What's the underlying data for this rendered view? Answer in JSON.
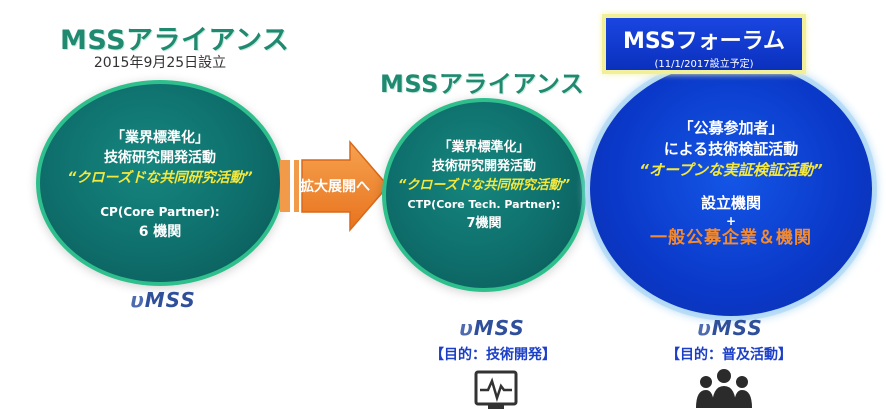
{
  "left": {
    "title": "MSSアライアンス",
    "date": "2015年9月25日設立",
    "oval": {
      "line1": "「業界標準化」",
      "line2": "技術研究開発活動",
      "highlight": "“クローズドな共同研究活動”",
      "partner": "CP(Core Partner):",
      "count": "6 機関"
    },
    "logo": "MSS"
  },
  "arrow": {
    "label": "拡大展開へ"
  },
  "middle": {
    "title": "MSSアライアンス",
    "oval": {
      "line1": "「業界標準化」",
      "line2": "技術研究開発活動",
      "highlight": "“クローズドな共同研究活動”",
      "partner": "CTP(Core Tech. Partner):",
      "count": "7機関"
    },
    "logo": "MSS",
    "purpose": "【目的：技術開発】"
  },
  "right": {
    "title": "MSSフォーラム",
    "subtitle": "(11/1/2017設立予定)",
    "oval": {
      "line1": "「公募参加者」",
      "line2": "による技術検証活動",
      "highlight": "“オープンな実証検証活動”",
      "founders": "設立機関",
      "plus": "+",
      "public": "一般公募企業＆機関"
    },
    "logo": "MSS",
    "purpose": "【目的：普及活動】"
  },
  "icons": {
    "tech": "monitor-pulse-icon",
    "people": "people-group-icon"
  },
  "colors": {
    "green_title": "#1f8a70",
    "teal_oval": "#0e6e6b",
    "blue_oval": "#0a38c8",
    "yellow_text": "#f4e83c",
    "orange": "#f28a32",
    "purpose_blue": "#1c3fc8"
  }
}
